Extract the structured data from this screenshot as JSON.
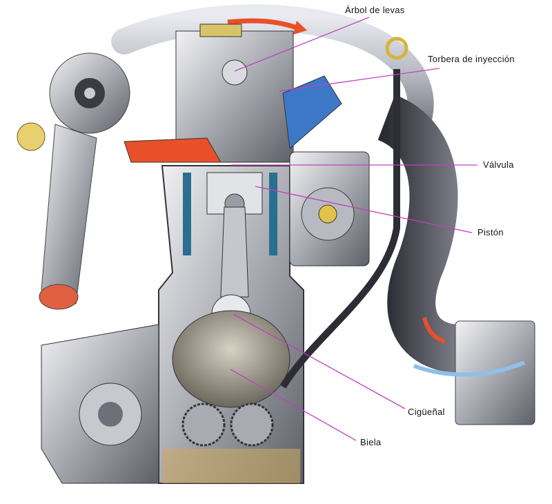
{
  "labels": {
    "camshaft": "Árbol de levas",
    "injector": "Torbera de inyección",
    "valve": "Válvula",
    "piston": "Pistón",
    "crankshaft": "Cigüeñal",
    "connecting_rod": "Biela"
  },
  "colors": {
    "leader_line": "#c040c0",
    "coolant": "#2a6f8f",
    "hot_air": "#e8502a",
    "cold_air": "#8fc0e8"
  }
}
